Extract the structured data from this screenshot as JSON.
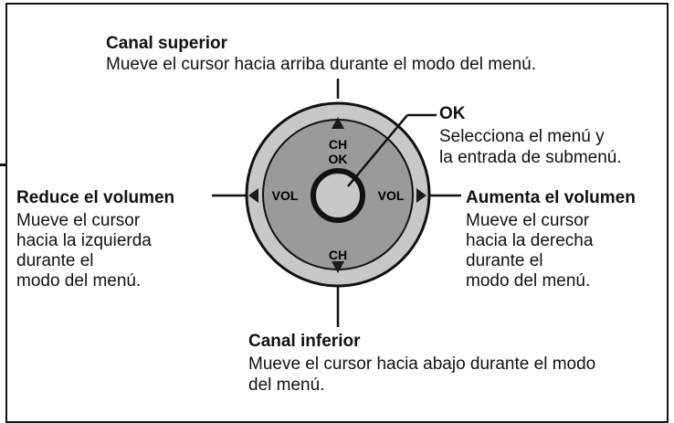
{
  "colors": {
    "outer_ring": "#c8c8c8",
    "inner_disk": "#9a9a9a",
    "center_button": "#c8c8c8",
    "stroke": "#111111",
    "arrow": "#1a1a1a"
  },
  "top": {
    "title": "Canal superior",
    "desc": "Mueve el cursor hacia arriba durante el modo del menú."
  },
  "ok": {
    "title": "OK",
    "desc1": "Selecciona el menú y",
    "desc2": "la entrada de submenú."
  },
  "left": {
    "title": "Reduce el volumen",
    "desc1": "Mueve el cursor",
    "desc2": "hacia la izquierda",
    "desc3": "durante el",
    "desc4": "modo del menú."
  },
  "right": {
    "title": "Aumenta el volumen",
    "desc1": "Mueve el cursor",
    "desc2": "hacia la derecha",
    "desc3": "durante el",
    "desc4": "modo del menú."
  },
  "bottom": {
    "title": "Canal inferior",
    "desc1": "Mueve el cursor hacia abajo durante el modo",
    "desc2": "del menú."
  },
  "control": {
    "ch_top": "CH",
    "ok": "OK",
    "vol_left": "VOL",
    "vol_right": "VOL",
    "ch_bottom": "CH"
  }
}
